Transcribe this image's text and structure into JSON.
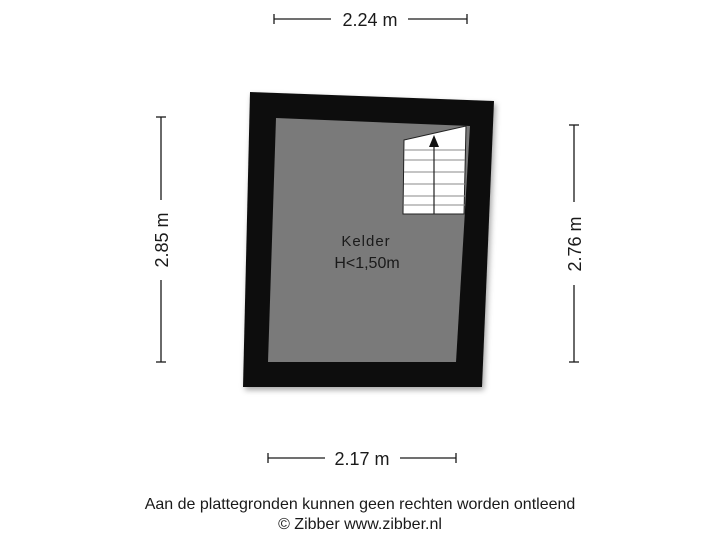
{
  "dimensions": {
    "top": "2.24 m",
    "bottom": "2.17 m",
    "left": "2.85 m",
    "right": "2.76 m"
  },
  "room": {
    "name": "Kelder",
    "height_note": "H<1,50m"
  },
  "footer": {
    "disclaimer": "Aan de plattegronden kunnen geen rechten worden ontleend",
    "copyright": "© Zibber www.zibber.nl"
  },
  "colors": {
    "wall": "#111111",
    "floor": "#7a7a7a",
    "stairs": "#ffffff",
    "line": "#1a1a1a"
  }
}
